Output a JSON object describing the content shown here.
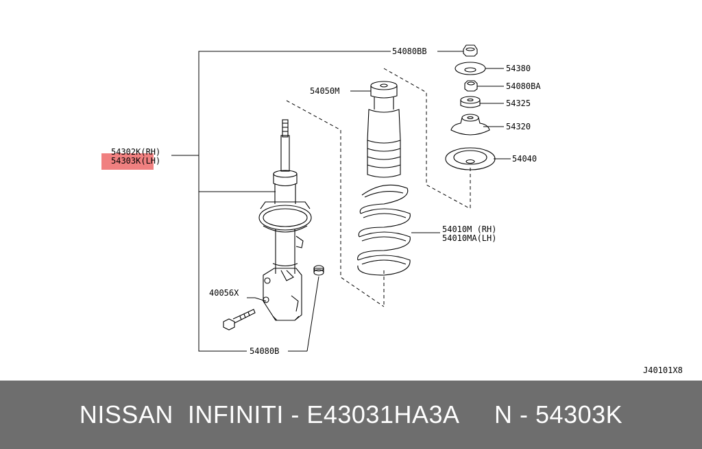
{
  "labels": {
    "l54080bb": "54080BB",
    "l54380": "54380",
    "l54080ba": "54080BA",
    "l54325": "54325",
    "l54320": "54320",
    "l54040": "54040",
    "l54050m": "54050M",
    "l54302k": "54302K(RH)",
    "l54303k": "54303K(LH)",
    "l54010m": "54010M (RH)",
    "l54010ma": "54010MA(LH)",
    "l40056x": "40056X",
    "l54080b": "54080B",
    "diagram_code": "J40101X8"
  },
  "footer": {
    "text": "NISSAN  INFINITI - E43031HA3A     N - 54303K"
  },
  "colors": {
    "highlight": "#f08080",
    "footer_bg": "#6e6e6e",
    "footer_text": "#ffffff"
  }
}
